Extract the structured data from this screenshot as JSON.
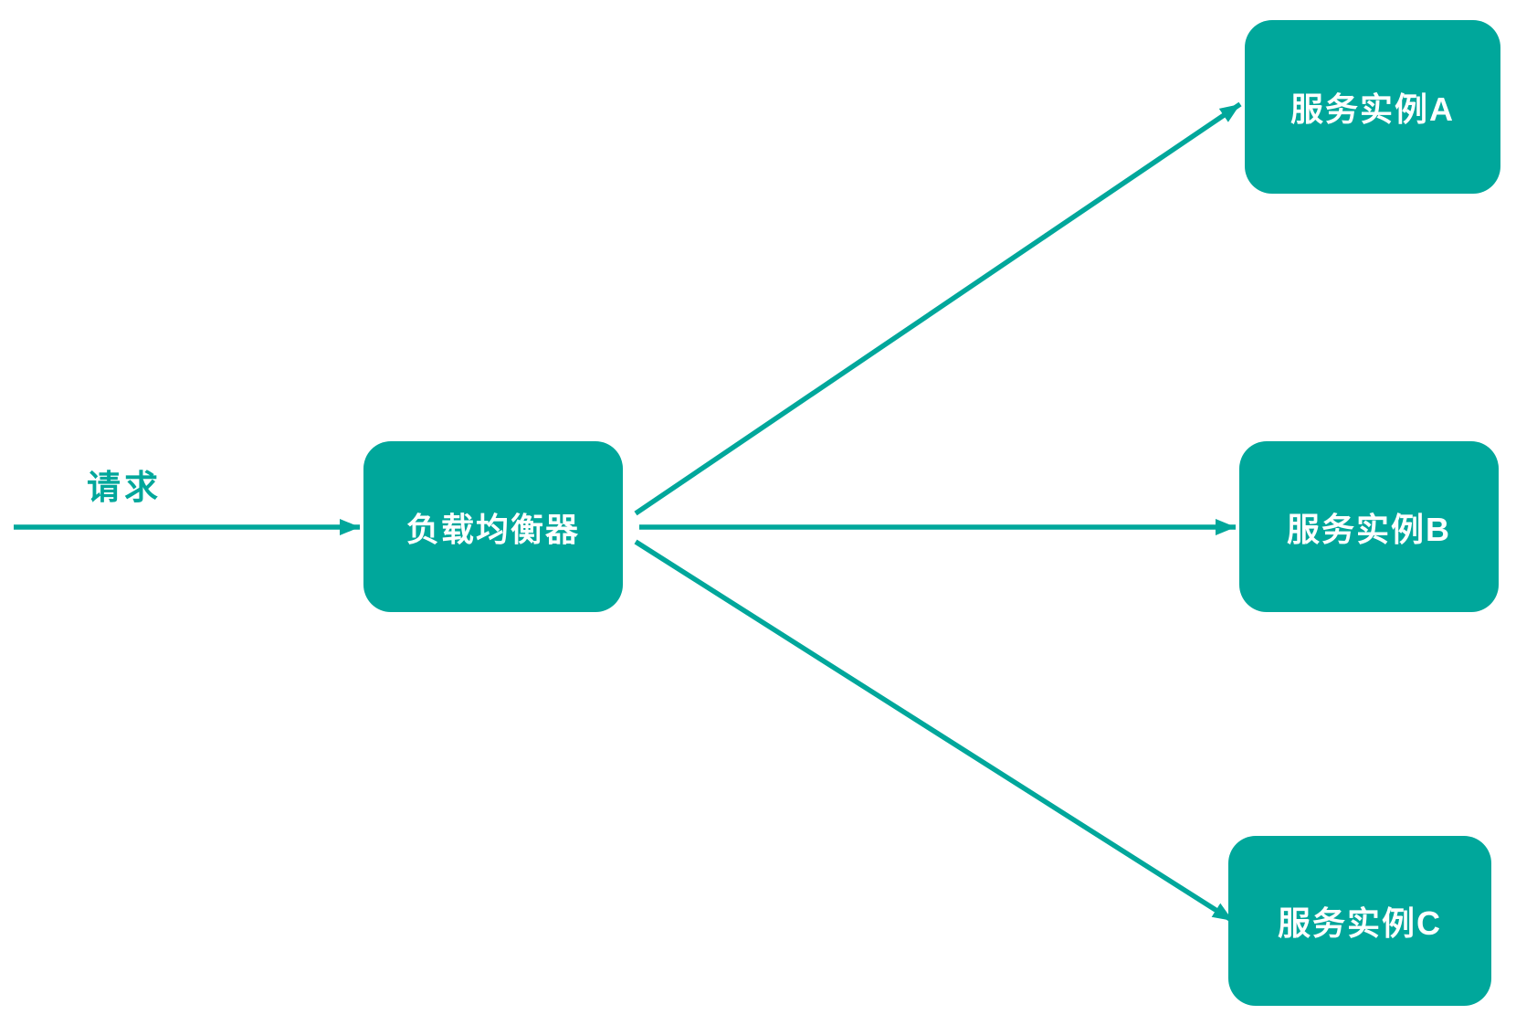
{
  "diagram": {
    "type": "flowchart",
    "background_color": "#ffffff",
    "accent_color": "#00a79b",
    "node_text_color": "#ffffff",
    "nodes": [
      {
        "id": "load-balancer",
        "label": "负载均衡器"
      },
      {
        "id": "service-a",
        "label": "服务实例A"
      },
      {
        "id": "service-b",
        "label": "服务实例B"
      },
      {
        "id": "service-c",
        "label": "服务实例C"
      }
    ],
    "edges": [
      {
        "from": "client",
        "to": "load-balancer",
        "label": "请求"
      },
      {
        "from": "load-balancer",
        "to": "service-a",
        "label": ""
      },
      {
        "from": "load-balancer",
        "to": "service-b",
        "label": ""
      },
      {
        "from": "load-balancer",
        "to": "service-c",
        "label": ""
      }
    ]
  }
}
